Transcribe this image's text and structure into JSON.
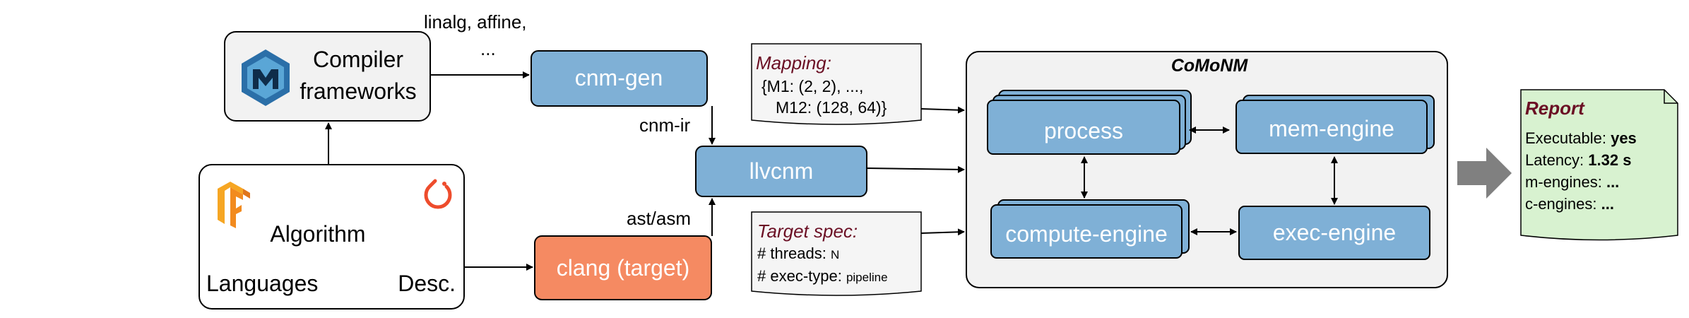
{
  "labels": {
    "edge_top": "linalg, affine,",
    "edge_top2": "...",
    "compiler_line1": "Compiler",
    "compiler_line2": "frameworks",
    "cnm_gen": "cnm-gen",
    "cnm_ir": "cnm-ir",
    "llvcnm": "llvcnm",
    "ast_asm": "ast/asm",
    "clang": "clang (target)",
    "algorithm": "Algorithm",
    "languages": "Languages",
    "desc": "Desc."
  },
  "mapping_note": {
    "title": "Mapping:",
    "line1": "{M1: (2, 2), ...,",
    "line2": "M12: (128, 64)}"
  },
  "target_note": {
    "title": "Target spec:",
    "line1_prefix": "# threads: ",
    "line1_value": "N",
    "line2_prefix": "# exec-type: ",
    "line2_value": "pipeline"
  },
  "comonm": {
    "title": "CoMoNM",
    "process": "process",
    "mem_engine": "mem-engine",
    "compute_engine": "compute-engine",
    "exec_engine": "exec-engine"
  },
  "report": {
    "title": "Report",
    "executable_label": "Executable: ",
    "executable_value": "yes",
    "latency_label": "Latency: ",
    "latency_value": "1.32 s",
    "m_engines_label": "m-engines: ",
    "m_engines_value": "...",
    "c_engines_label": "c-engines: ",
    "c_engines_value": "..."
  },
  "colors": {
    "blue_fill": "#7fb0d6",
    "orange_fill": "#f58a62",
    "gray_fill": "#f2f2f2",
    "note_fill": "#f5f5f5",
    "report_fill": "#d8f2d0",
    "dark_red": "#6b0f24",
    "arrow_gray": "#808080"
  },
  "icons": [
    "mlir-logo-icon",
    "tensorflow-logo-icon",
    "pytorch-logo-icon",
    "big-right-arrow-icon"
  ]
}
